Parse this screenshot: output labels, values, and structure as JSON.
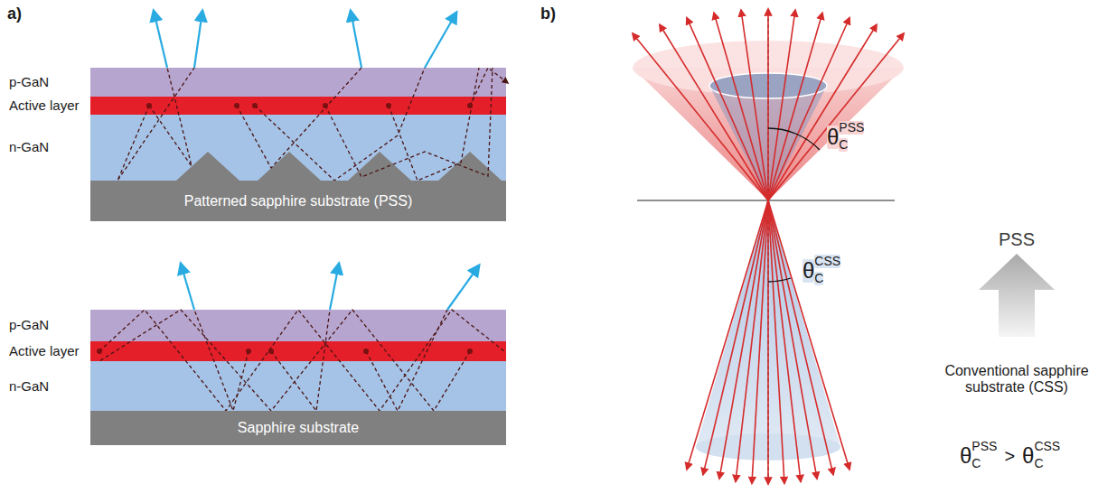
{
  "diagram": {
    "nodes": [
      {
        "text": [
          "Patterned sapphire substrate (PSS)"
        ]
      },
      {
        "text": [
          "Sapphire substrate"
        ]
      },
      {
        "text": [
          "PSS"
        ]
      }
    ],
    "labels": [
      "a)",
      "p-GaN",
      "Active layer",
      "n-GaN",
      "p-GaN",
      "Active layer",
      "n-GaN",
      "b)",
      "θ",
      "C",
      "PSS",
      "θ",
      "C",
      "CSS",
      "Conventional sapphire substrate (CSS)",
      "θ",
      "C",
      "PSS",
      ">",
      "θ",
      "C",
      "CSS"
    ]
  }
}
